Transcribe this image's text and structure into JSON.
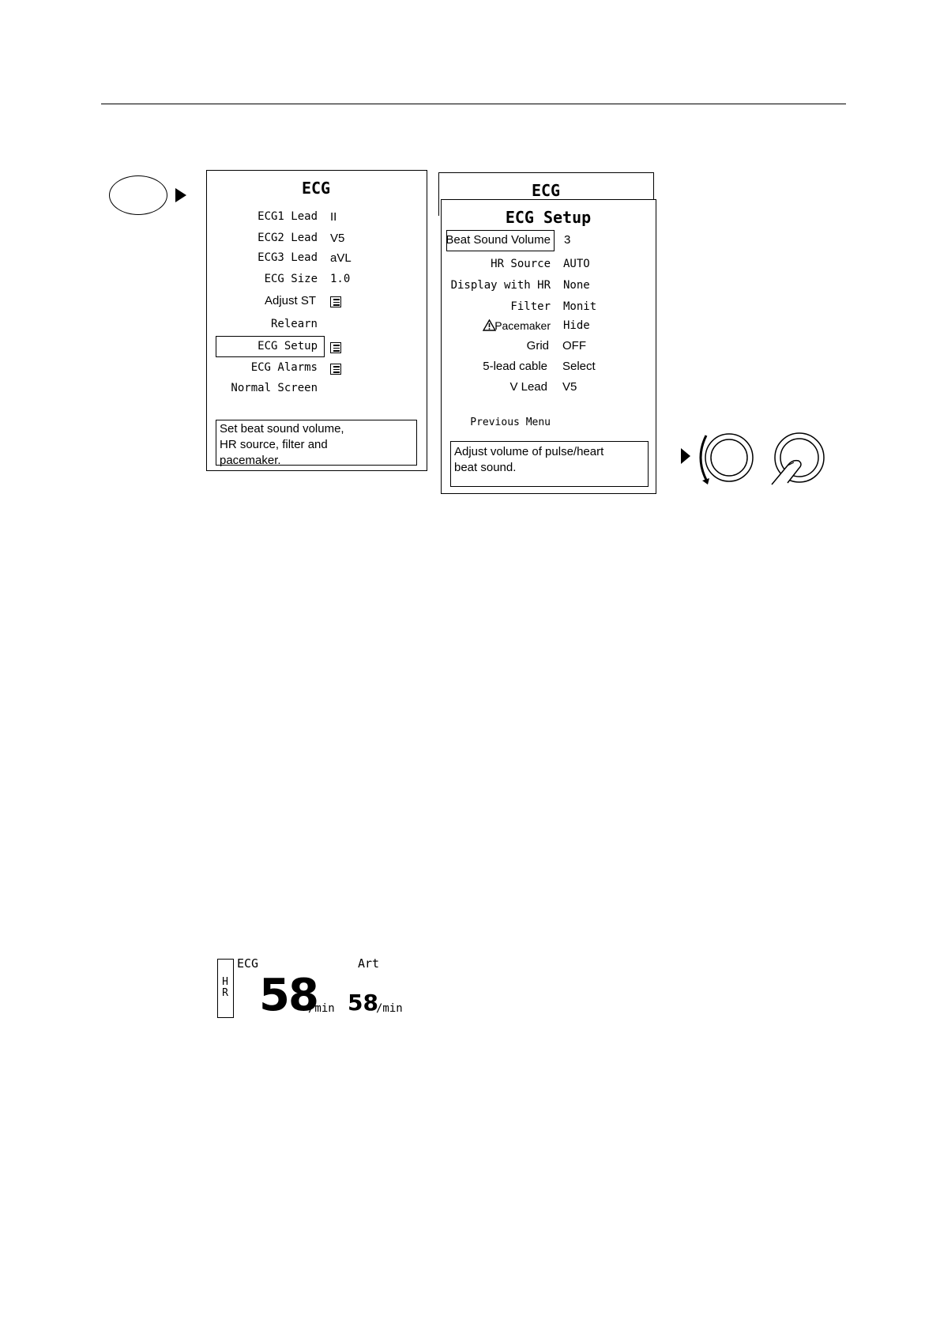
{
  "ecg_menu": {
    "title": "ECG",
    "items": [
      {
        "label": "ECG1 Lead",
        "value": "II"
      },
      {
        "label": "ECG2 Lead",
        "value": "V5"
      },
      {
        "label": "ECG3 Lead",
        "value": "aVL"
      },
      {
        "label": "ECG Size",
        "value": "1.0"
      },
      {
        "label": "Adjust ST",
        "submenu": true
      },
      {
        "label": "Relearn"
      },
      {
        "label": "ECG Setup",
        "submenu": true,
        "selected": true
      },
      {
        "label": "ECG Alarms",
        "submenu": true
      },
      {
        "label": "Normal Screen"
      }
    ],
    "help_lines": [
      "Set beat sound volume,",
      "HR source, filter and",
      "pacemaker."
    ]
  },
  "back_menu": {
    "title": "ECG"
  },
  "setup_menu": {
    "title": "ECG Setup",
    "items": [
      {
        "label": "Beat Sound Volume",
        "value": "3",
        "selected": true
      },
      {
        "label": "HR Source",
        "value": "AUTO"
      },
      {
        "label": "Display with HR",
        "value": "None"
      },
      {
        "label": "Filter",
        "value": "Monit"
      },
      {
        "label": "Pacemaker",
        "value": "Hide",
        "icon": "warning-icon"
      },
      {
        "label": "Grid",
        "value": "OFF"
      },
      {
        "label": "5-lead cable",
        "value": "Select"
      },
      {
        "label": "V Lead",
        "value": "V5"
      }
    ],
    "previous": "Previous Menu",
    "help_lines": [
      "Adjust volume of pulse/heart",
      "beat sound."
    ]
  },
  "controls": {
    "knob_turn_icon": "rotary-knob-turn-icon",
    "knob_press_icon": "rotary-knob-press-icon"
  },
  "hr_display": {
    "label_chars": [
      "H",
      "R"
    ],
    "source1": "ECG",
    "value1": "58",
    "unit1": "/min",
    "source2": "Art",
    "value2": "58",
    "unit2": "/min"
  }
}
